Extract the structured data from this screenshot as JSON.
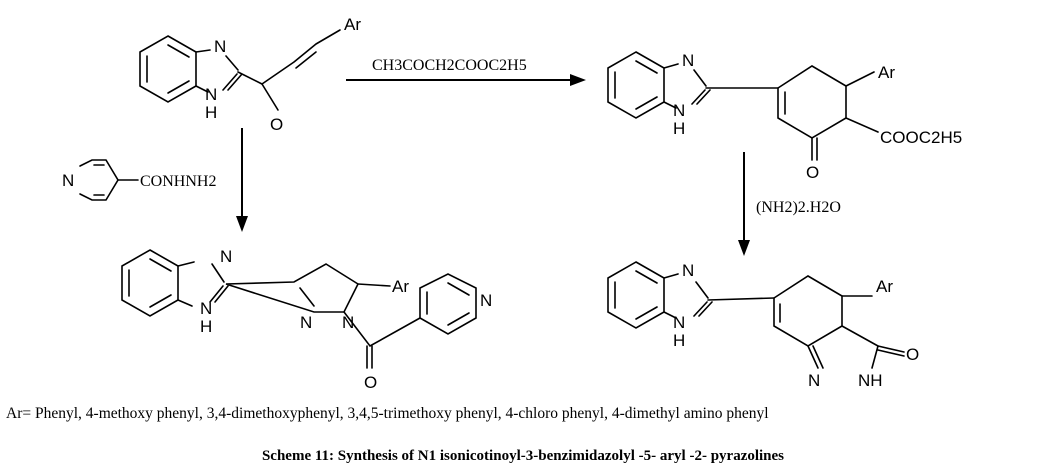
{
  "labels": {
    "N": "N",
    "NH": "NH",
    "H": "H",
    "O": "O",
    "Ar": "Ar",
    "ester_group": "COOC2H5"
  },
  "reagents": {
    "ethyl_acetoacetate": "CH3COCH2COOC2H5",
    "isoniazid_group": "CONHNH2",
    "hydrazine_hydrate": "(NH2)2.H2O"
  },
  "footnote": "Ar= Phenyl, 4-methoxy phenyl, 3,4-dimethoxyphenyl, 3,4,5-trimethoxy phenyl, 4-chloro phenyl, 4-dimethyl amino phenyl",
  "caption": "Scheme 11: Synthesis of N1 isonicotinoyl-3-benzimidazolyl -5- aryl -2- pyrazolines"
}
